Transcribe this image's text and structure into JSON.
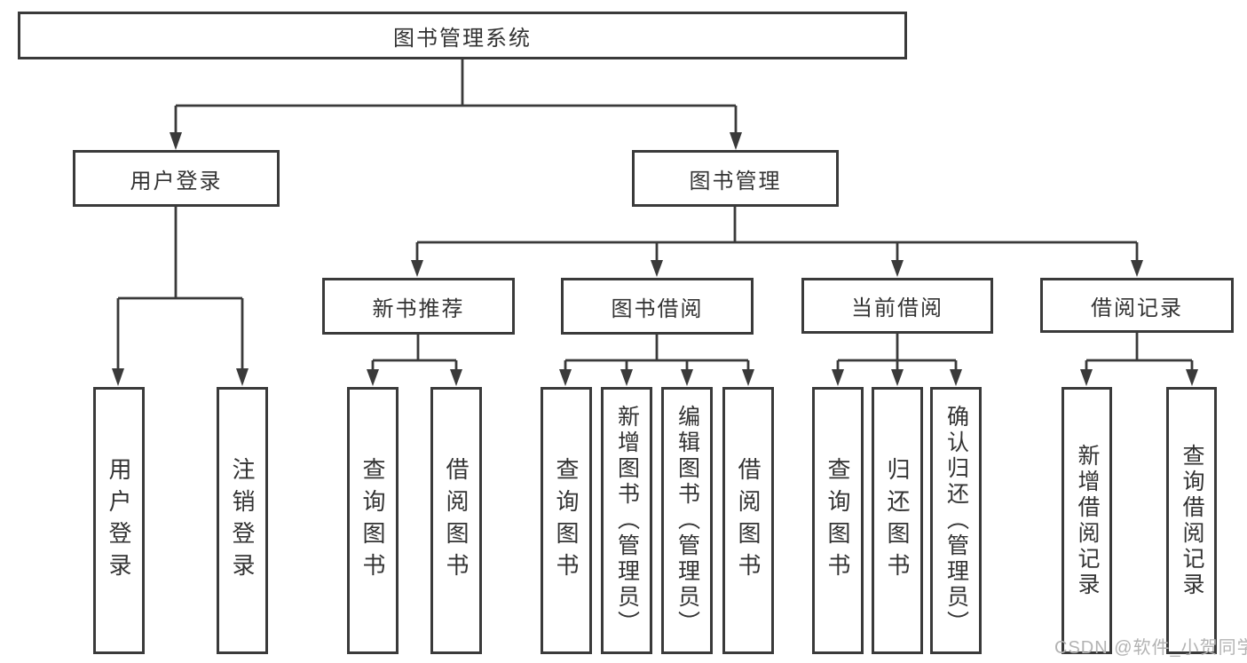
{
  "diagram": {
    "title": "图书管理系统",
    "level2": {
      "user_login": "用户登录",
      "book_mgmt": "图书管理"
    },
    "level3": {
      "new_book_rec": "新书推荐",
      "book_borrow": "图书借阅",
      "current_borrow": "当前借阅",
      "borrow_records": "借阅记录"
    },
    "leaves": {
      "user_login": [
        "用户登录",
        "注销登录"
      ],
      "new_book_rec": [
        "查询图书",
        "借阅图书"
      ],
      "book_borrow": [
        "查询图书",
        "新增图书（管理员）",
        "编辑图书（管理员）",
        "借阅图书"
      ],
      "current_borrow": [
        "查询图书",
        "归还图书",
        "确认归还（管理员）"
      ],
      "borrow_records": [
        "新增借阅记录",
        "查询借阅记录"
      ]
    }
  },
  "watermark": "CSDN @软件_小贺同学",
  "colors": {
    "line": "#3a3a3a",
    "text": "#333333",
    "watermark": "#b3b3b3",
    "background": "#ffffff"
  }
}
